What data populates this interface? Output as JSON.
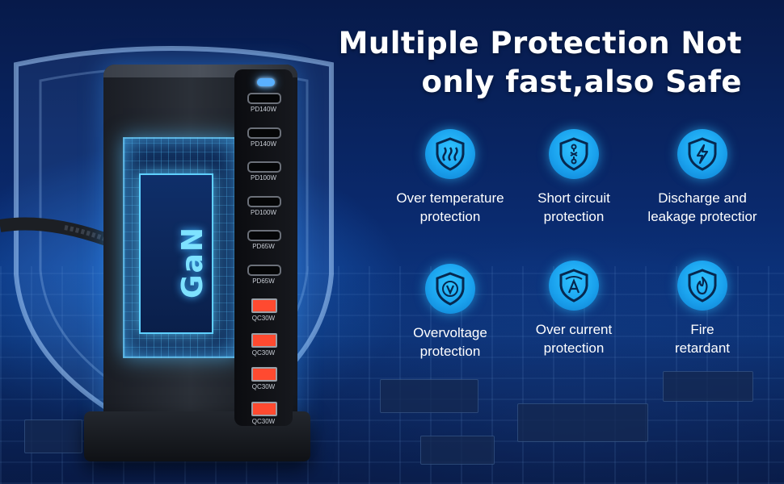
{
  "headline": {
    "line1": "Multiple Protection Not",
    "line2": "only fast,also Safe"
  },
  "chip_label": "GaN",
  "ports": [
    {
      "type": "c",
      "label": "PD140W"
    },
    {
      "type": "c",
      "label": "PD140W"
    },
    {
      "type": "c",
      "label": "PD100W"
    },
    {
      "type": "c",
      "label": "PD100W"
    },
    {
      "type": "c",
      "label": "PD65W"
    },
    {
      "type": "c",
      "label": "PD65W"
    },
    {
      "type": "a",
      "label": "QC30W"
    },
    {
      "type": "a",
      "label": "QC30W"
    },
    {
      "type": "a",
      "label": "QC30W"
    },
    {
      "type": "a",
      "label": "QC30W"
    }
  ],
  "features": [
    {
      "icon": "heat-wave-shield-icon",
      "line1": "Over temperature",
      "line2": "protection"
    },
    {
      "icon": "circuit-shield-icon",
      "line1": "Short circuit",
      "line2": "protection"
    },
    {
      "icon": "lightning-shield-icon",
      "line1": "Discharge and",
      "line2": "leakage protectior"
    },
    {
      "icon": "voltage-shield-icon",
      "line1": "Overvoltage",
      "line2": "protection"
    },
    {
      "icon": "ampere-shield-icon",
      "line1": "Over current",
      "line2": "protection"
    },
    {
      "icon": "flame-shield-icon",
      "line1": "Fire",
      "line2": "retardant"
    }
  ],
  "colors": {
    "icon_circle": "#1aa2ee",
    "background": "#0a2a6e",
    "qc_port": "#ff4a30"
  }
}
